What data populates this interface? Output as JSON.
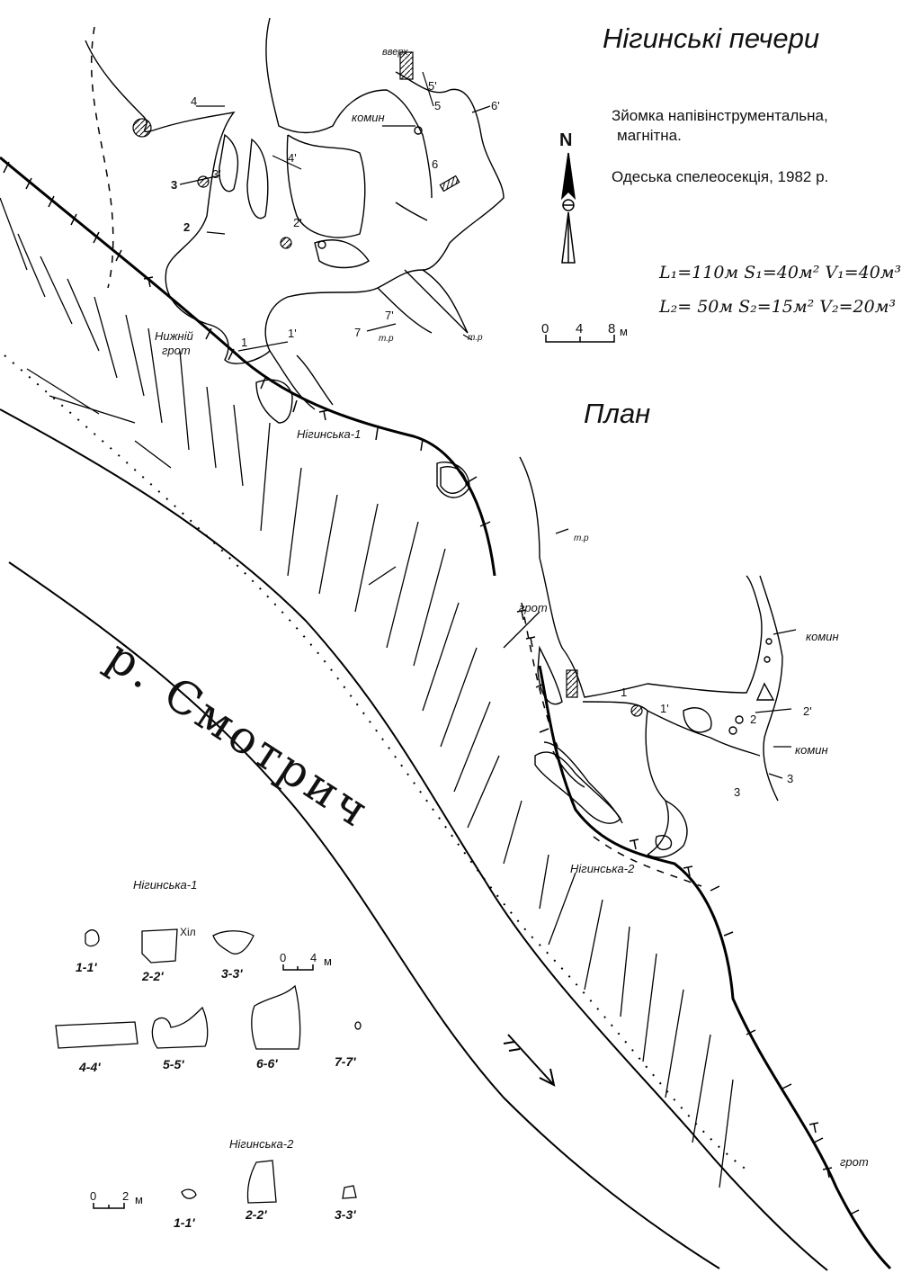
{
  "title": "Нігинські печери",
  "survey_note": {
    "line1": "Зйомка напівінструментальна,",
    "line2": "магнітна.",
    "line3": "Одеська спелеосекція, 1982 р."
  },
  "plan_label": "План",
  "north_label": "N",
  "stats": {
    "row1": "L₁=110м   S₁=40м² V₁=40м³",
    "row2": "L₂= 50м   S₂=15м² V₂=20м³"
  },
  "scale_main": {
    "ticks": [
      "0",
      "4",
      "8"
    ],
    "unit": "м"
  },
  "map_labels": {
    "lower_grotto_1": "Нижній",
    "lower_grotto_2": "грот",
    "cave1": "Нігинська-1",
    "cave2": "Нігинська-2",
    "grotto_mid": "грот",
    "grotto_bottom": "грот",
    "chimney_top": "комин",
    "chimney_right_1": "комин",
    "chimney_right_2": "комин",
    "up": "вверх",
    "tr_top": "т.р",
    "tr_mid": "т.р",
    "tr_left": "т.р",
    "river": "р. Смотрич"
  },
  "cut_markers": {
    "c1": "1",
    "c1p": "1'",
    "c2": "2",
    "c2p": "2'",
    "c3": "3",
    "c3p": "3'",
    "c4": "4",
    "c4p": "4'",
    "c5": "5",
    "c5p": "5'",
    "c6": "6",
    "c6p": "6'",
    "c7": "7",
    "c7p": "7'",
    "r2": "2",
    "r2p": "2'",
    "r3": "3",
    "r3p": "3",
    "r1": "1",
    "r1p": "1'"
  },
  "sections_cave1": {
    "title": "Нігинська-1",
    "scale": {
      "ticks": [
        "0",
        "4"
      ],
      "unit": "м"
    },
    "hil_label": "Хіл",
    "items": [
      "1-1'",
      "2-2'",
      "3-3'",
      "4-4'",
      "5-5'",
      "6-6'",
      "7-7'"
    ]
  },
  "sections_cave2": {
    "title": "Нігинська-2",
    "scale": {
      "ticks": [
        "0",
        "2"
      ],
      "unit": "м"
    },
    "items": [
      "1-1'",
      "2-2'",
      "3-3'"
    ]
  }
}
